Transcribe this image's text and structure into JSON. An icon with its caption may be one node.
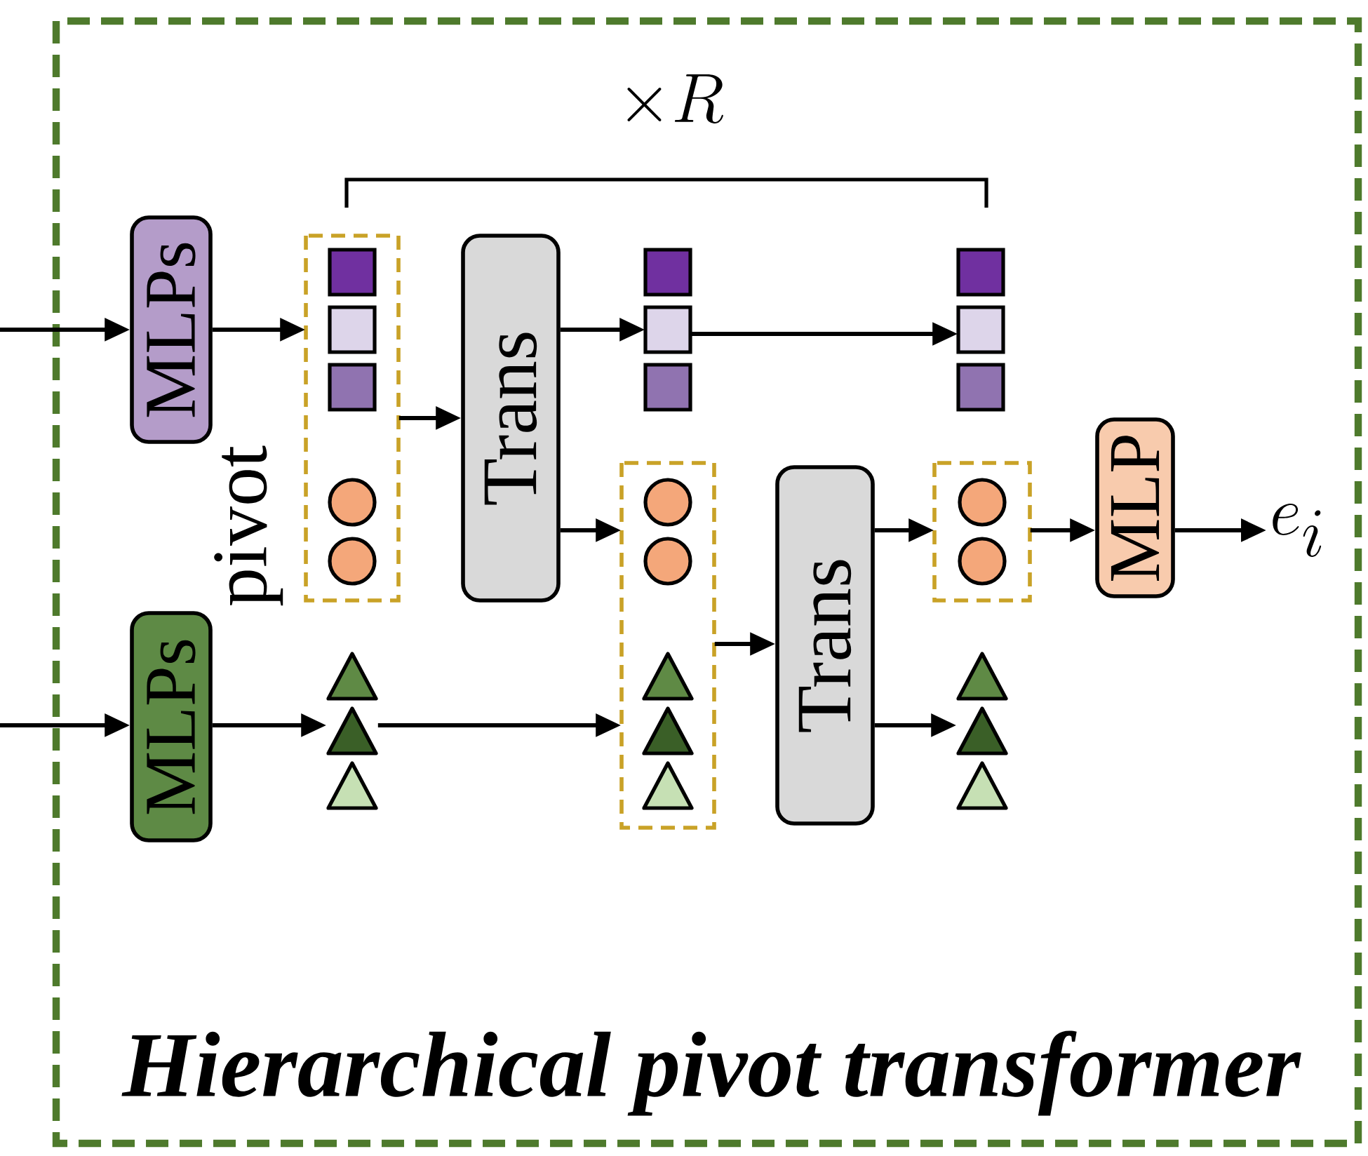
{
  "diagram": {
    "nodes": [
      {
        "text": [
          "Hierarchical pivot transformer"
        ]
      },
      {
        "text": [
          "MLPs"
        ],
        "in": 0
      },
      {
        "text": [
          "MLPs"
        ],
        "in": 0
      },
      {
        "text": [
          "pivot"
        ],
        "in": 0
      },
      {
        "text": [],
        "shape": "square",
        "in": 3
      },
      {
        "text": [],
        "shape": "circle",
        "in": 3
      },
      {
        "text": [
          "Trans"
        ],
        "in": 0
      },
      {
        "text": [],
        "shape": "square",
        "in": 0
      },
      {
        "text": [],
        "shape": "square",
        "in": 0
      },
      {
        "text": [],
        "shape": "box",
        "in": 0
      },
      {
        "text": [],
        "shape": "circle",
        "in": 9
      },
      {
        "text": [],
        "shape": "triangle",
        "in": 9
      },
      {
        "text": [],
        "shape": "triangle",
        "in": 0
      },
      {
        "text": [
          "Trans"
        ],
        "in": 0
      },
      {
        "text": [],
        "shape": "box",
        "in": 0
      },
      {
        "text": [],
        "shape": "circle",
        "in": 14
      },
      {
        "text": [],
        "shape": "triangle",
        "in": 0
      },
      {
        "text": [
          "MLP"
        ],
        "in": 0
      },
      {
        "text": [
          "e_i"
        ],
        "in": 0
      }
    ],
    "edges": [
      {
        "from": null,
        "to": 1,
        "arrow": "to"
      },
      {
        "from": 1,
        "to": 3,
        "arrow": "to"
      },
      {
        "from": 3,
        "to": 6,
        "arrow": "to"
      },
      {
        "from": 6,
        "to": 7,
        "arrow": "to"
      },
      {
        "from": 6,
        "to": 9,
        "arrow": "to"
      },
      {
        "from": 7,
        "to": 8,
        "arrow": "to"
      },
      {
        "from": null,
        "to": 2,
        "arrow": "to"
      },
      {
        "from": 2,
        "to": 12,
        "arrow": "to"
      },
      {
        "from": 12,
        "to": 9,
        "arrow": "to"
      },
      {
        "from": 9,
        "to": 13,
        "arrow": "to"
      },
      {
        "from": 13,
        "to": 14,
        "arrow": "to"
      },
      {
        "from": 13,
        "to": 16,
        "arrow": "to"
      },
      {
        "from": 14,
        "to": 17,
        "arrow": "to"
      },
      {
        "from": 17,
        "to": 18,
        "arrow": "to"
      }
    ],
    "labels": [
      "\\times R"
    ]
  }
}
